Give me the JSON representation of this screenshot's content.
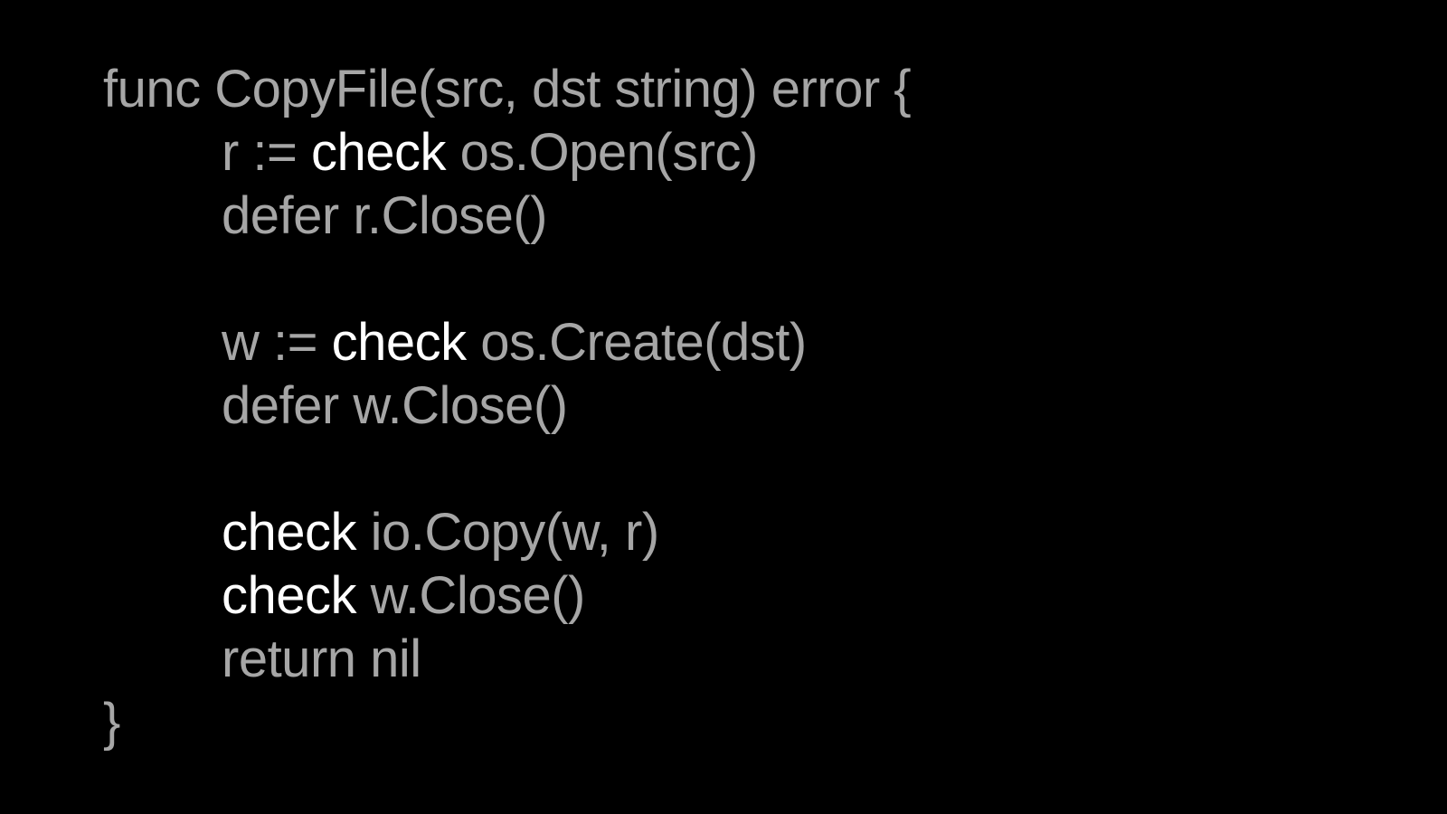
{
  "slide": {
    "colors": {
      "background": "#000000",
      "code_text": "#a6a6a6",
      "highlight_text": "#ffffff"
    },
    "code_lines": [
      {
        "indent": false,
        "blank": false,
        "parts": [
          {
            "text": "func CopyFile(src, dst string) error {",
            "highlight": false
          }
        ]
      },
      {
        "indent": true,
        "blank": false,
        "parts": [
          {
            "text": "r := ",
            "highlight": false
          },
          {
            "text": "check",
            "highlight": true
          },
          {
            "text": " os.Open(src)",
            "highlight": false
          }
        ]
      },
      {
        "indent": true,
        "blank": false,
        "parts": [
          {
            "text": "defer r.Close()",
            "highlight": false
          }
        ]
      },
      {
        "indent": true,
        "blank": true,
        "parts": []
      },
      {
        "indent": true,
        "blank": false,
        "parts": [
          {
            "text": "w := ",
            "highlight": false
          },
          {
            "text": "check",
            "highlight": true
          },
          {
            "text": " os.Create(dst)",
            "highlight": false
          }
        ]
      },
      {
        "indent": true,
        "blank": false,
        "parts": [
          {
            "text": "defer w.Close()",
            "highlight": false
          }
        ]
      },
      {
        "indent": true,
        "blank": true,
        "parts": []
      },
      {
        "indent": true,
        "blank": false,
        "parts": [
          {
            "text": "check",
            "highlight": true
          },
          {
            "text": " io.Copy(w, r)",
            "highlight": false
          }
        ]
      },
      {
        "indent": true,
        "blank": false,
        "parts": [
          {
            "text": "check",
            "highlight": true
          },
          {
            "text": " w.Close()",
            "highlight": false
          }
        ]
      },
      {
        "indent": true,
        "blank": false,
        "parts": [
          {
            "text": "return nil",
            "highlight": false
          }
        ]
      },
      {
        "indent": false,
        "blank": false,
        "parts": [
          {
            "text": "}",
            "highlight": false
          }
        ]
      }
    ]
  }
}
